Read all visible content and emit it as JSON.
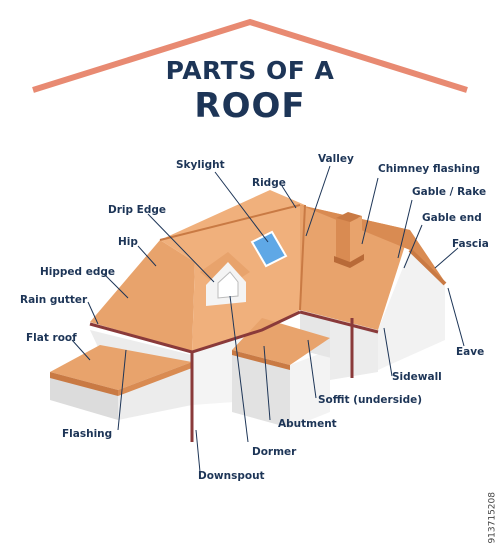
{
  "title": {
    "line1": "PARTS OF A",
    "line2": "ROOF"
  },
  "labels": {
    "skylight": "Skylight",
    "valley": "Valley",
    "chimney_flashing": "Chimney flashing",
    "ridge": "Ridge",
    "gable_rake": "Gable / Rake",
    "drip_edge": "Drip Edge",
    "gable_end": "Gable end",
    "hip": "Hip",
    "fascia": "Fascia",
    "hipped_edge": "Hipped edge",
    "rain_gutter": "Rain gutter",
    "flat_roof": "Flat roof",
    "eave": "Eave",
    "sidewall": "Sidewall",
    "soffit": "Soffit (underside)",
    "abutment": "Abutment",
    "flashing": "Flashing",
    "dormer": "Dormer",
    "downspout": "Downspout"
  },
  "watermark": "913715208",
  "colors": {
    "title": "#1d3557",
    "roof_main": "#e8a36c",
    "roof_dark": "#d98b52",
    "roof_light": "#f2b98a",
    "wall": "#f2f2f2",
    "wall_shade": "#dcdcdc",
    "gutter": "#8a3a3a",
    "skylight": "#5fa8e6",
    "top_arch": "#e88a72",
    "leader": "#1d3557"
  }
}
